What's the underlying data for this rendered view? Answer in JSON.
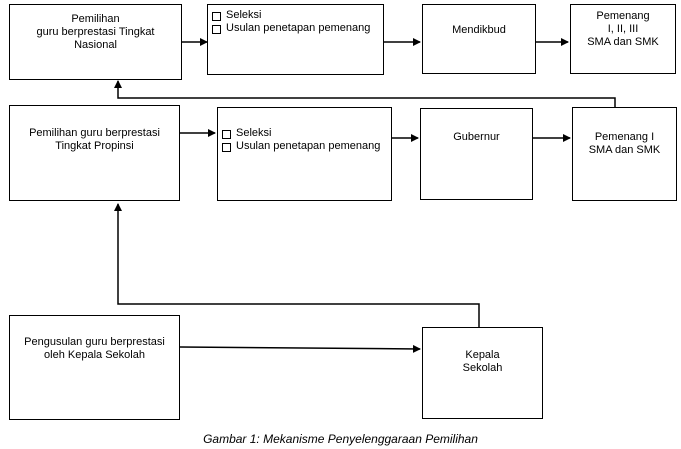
{
  "row1": {
    "pemilihan_nasional": [
      "Pemilihan",
      "guru berprestasi Tingkat",
      "Nasional"
    ],
    "options": [
      "Seleksi",
      "Usulan penetapan pemenang"
    ],
    "mendikbud": "Mendikbud",
    "pemenang": [
      "Pemenang",
      "I, II, III",
      "SMA dan SMK"
    ]
  },
  "row2": {
    "pemilihan_propinsi": [
      "Pemilihan guru berprestasi",
      "Tingkat Propinsi"
    ],
    "options": [
      "Seleksi",
      "Usulan penetapan pemenang"
    ],
    "gubernur": "Gubernur",
    "pemenang": [
      "Pemenang I",
      "SMA dan SMK"
    ]
  },
  "row3": {
    "pengusulan": [
      "Pengusulan guru berprestasi",
      "oleh Kepala Sekolah"
    ],
    "kepala": [
      "Kepala",
      "Sekolah"
    ]
  },
  "caption": "Gambar 1: Mekanisme Penyelenggaraan Pemilihan"
}
